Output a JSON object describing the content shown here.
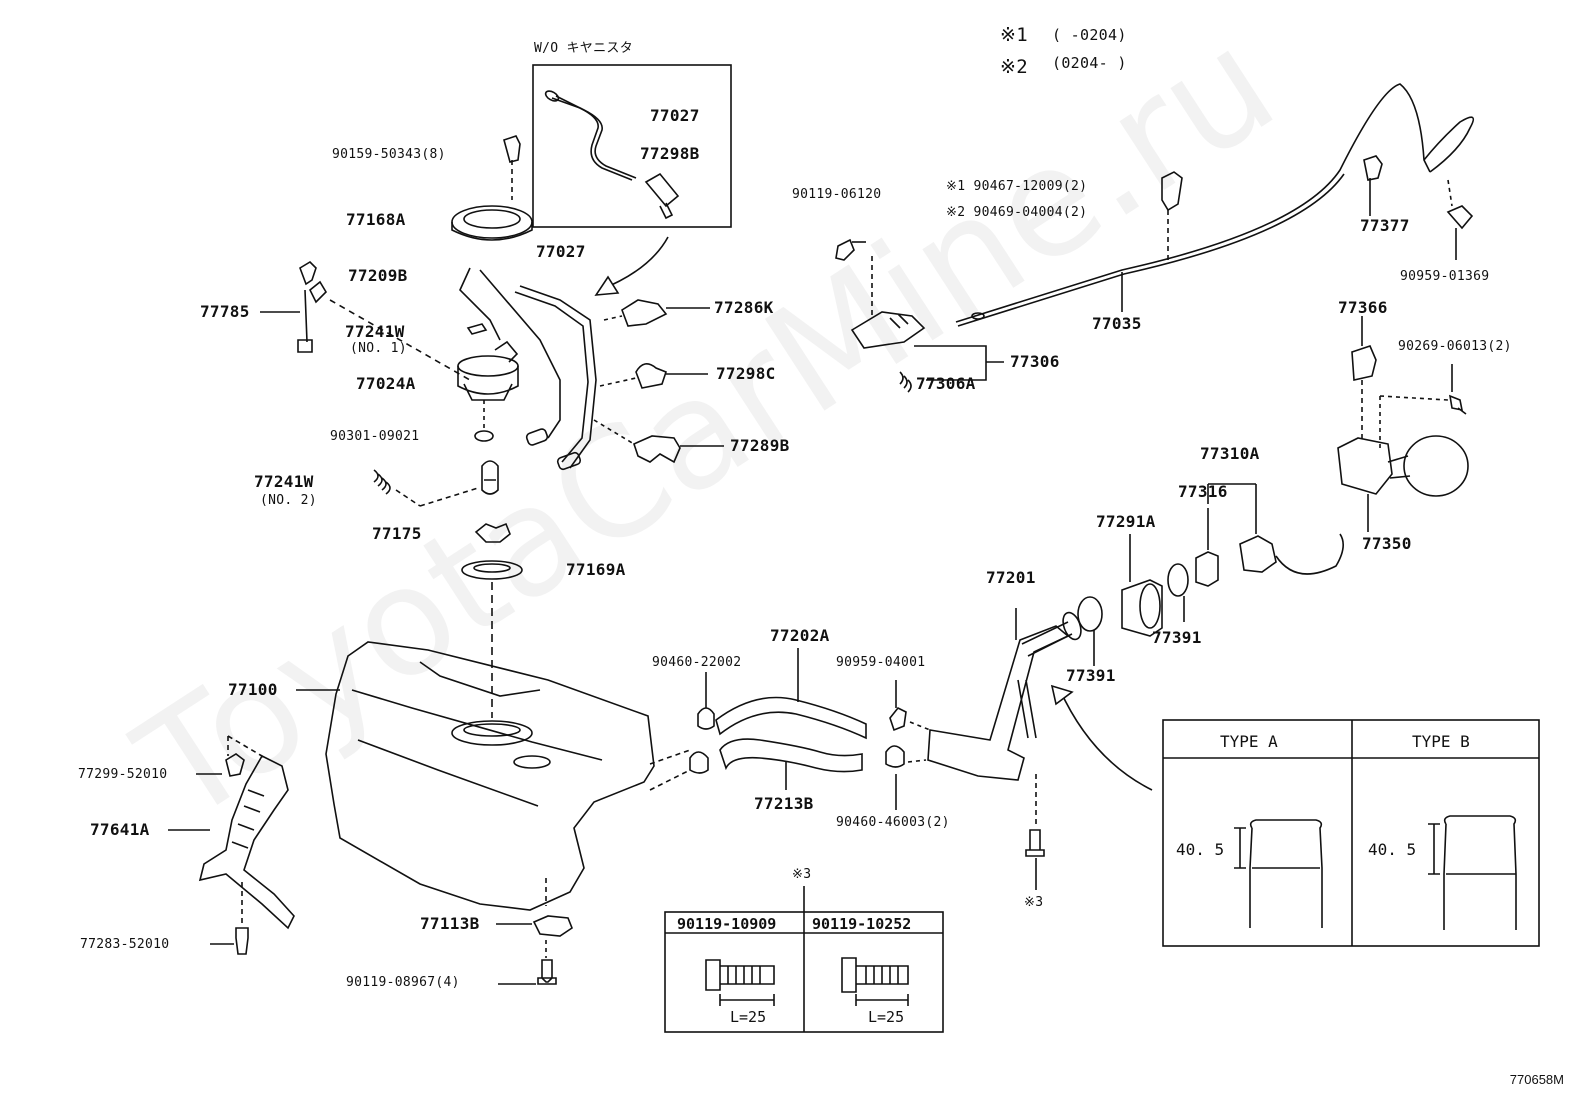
{
  "watermark": "ToyotaCarMine.ru",
  "catalog_number": "770658M",
  "legend": {
    "row1_mark": "※1",
    "row1_range": "(      -0204)",
    "row2_mark": "※2",
    "row2_range": "(0204-       )"
  },
  "wo_canister_label": "W/O キヤニスタ",
  "parts": [
    {
      "id": "p90159",
      "text": "90159-50343(8)"
    },
    {
      "id": "p77168A",
      "text": "77168A"
    },
    {
      "id": "p77027a",
      "text": "77027"
    },
    {
      "id": "p77298B",
      "text": "77298B"
    },
    {
      "id": "p77027b",
      "text": "77027"
    },
    {
      "id": "p77209B",
      "text": "77209B"
    },
    {
      "id": "p77785",
      "text": "77785"
    },
    {
      "id": "p77241W1",
      "text": "77241W"
    },
    {
      "id": "p77241W1n",
      "text": "(NO. 1)"
    },
    {
      "id": "p77024A",
      "text": "77024A"
    },
    {
      "id": "p90301",
      "text": "90301-09021"
    },
    {
      "id": "p77241W2",
      "text": "77241W"
    },
    {
      "id": "p77241W2n",
      "text": "(NO. 2)"
    },
    {
      "id": "p77175",
      "text": "77175"
    },
    {
      "id": "p77169A",
      "text": "77169A"
    },
    {
      "id": "p77286K",
      "text": "77286K"
    },
    {
      "id": "p77298C",
      "text": "77298C"
    },
    {
      "id": "p77289B",
      "text": "77289B"
    },
    {
      "id": "p90119_06120",
      "text": "90119-06120"
    },
    {
      "id": "p90467",
      "text": "※1 90467-12009(2)"
    },
    {
      "id": "p90469",
      "text": "※2 90469-04004(2)"
    },
    {
      "id": "p77306",
      "text": "77306"
    },
    {
      "id": "p77306A",
      "text": "77306A"
    },
    {
      "id": "p77035",
      "text": "77035"
    },
    {
      "id": "p77377",
      "text": "77377"
    },
    {
      "id": "p90959_01369",
      "text": "90959-01369"
    },
    {
      "id": "p77366",
      "text": "77366"
    },
    {
      "id": "p90269",
      "text": "90269-06013(2)"
    },
    {
      "id": "p77350",
      "text": "77350"
    },
    {
      "id": "p77310A",
      "text": "77310A"
    },
    {
      "id": "p77316",
      "text": "77316"
    },
    {
      "id": "p77291A",
      "text": "77291A"
    },
    {
      "id": "p77201",
      "text": "77201"
    },
    {
      "id": "p77391a",
      "text": "77391"
    },
    {
      "id": "p77391b",
      "text": "77391"
    },
    {
      "id": "p77202A",
      "text": "77202A"
    },
    {
      "id": "p90460_22002",
      "text": "90460-22002"
    },
    {
      "id": "p90959_04001",
      "text": "90959-04001"
    },
    {
      "id": "p77213B",
      "text": "77213B"
    },
    {
      "id": "p90460_46003",
      "text": "90460-46003(2)"
    },
    {
      "id": "p77100",
      "text": "77100"
    },
    {
      "id": "p77299",
      "text": "77299-52010"
    },
    {
      "id": "p77641A",
      "text": "77641A"
    },
    {
      "id": "p77283",
      "text": "77283-52010"
    },
    {
      "id": "p77113B",
      "text": "77113B"
    },
    {
      "id": "p90119_08967",
      "text": "90119-08967(4)"
    },
    {
      "id": "pMark3a",
      "text": "※3"
    },
    {
      "id": "pMark3b",
      "text": "※3"
    }
  ],
  "bolt_table": {
    "col1": "90119-10909",
    "col2": "90119-10252",
    "len1": "L=25",
    "len2": "L=25"
  },
  "type_table": {
    "type_a": "TYPE A",
    "type_b": "TYPE B",
    "dim_a": "40. 5",
    "dim_b": "40. 5"
  }
}
